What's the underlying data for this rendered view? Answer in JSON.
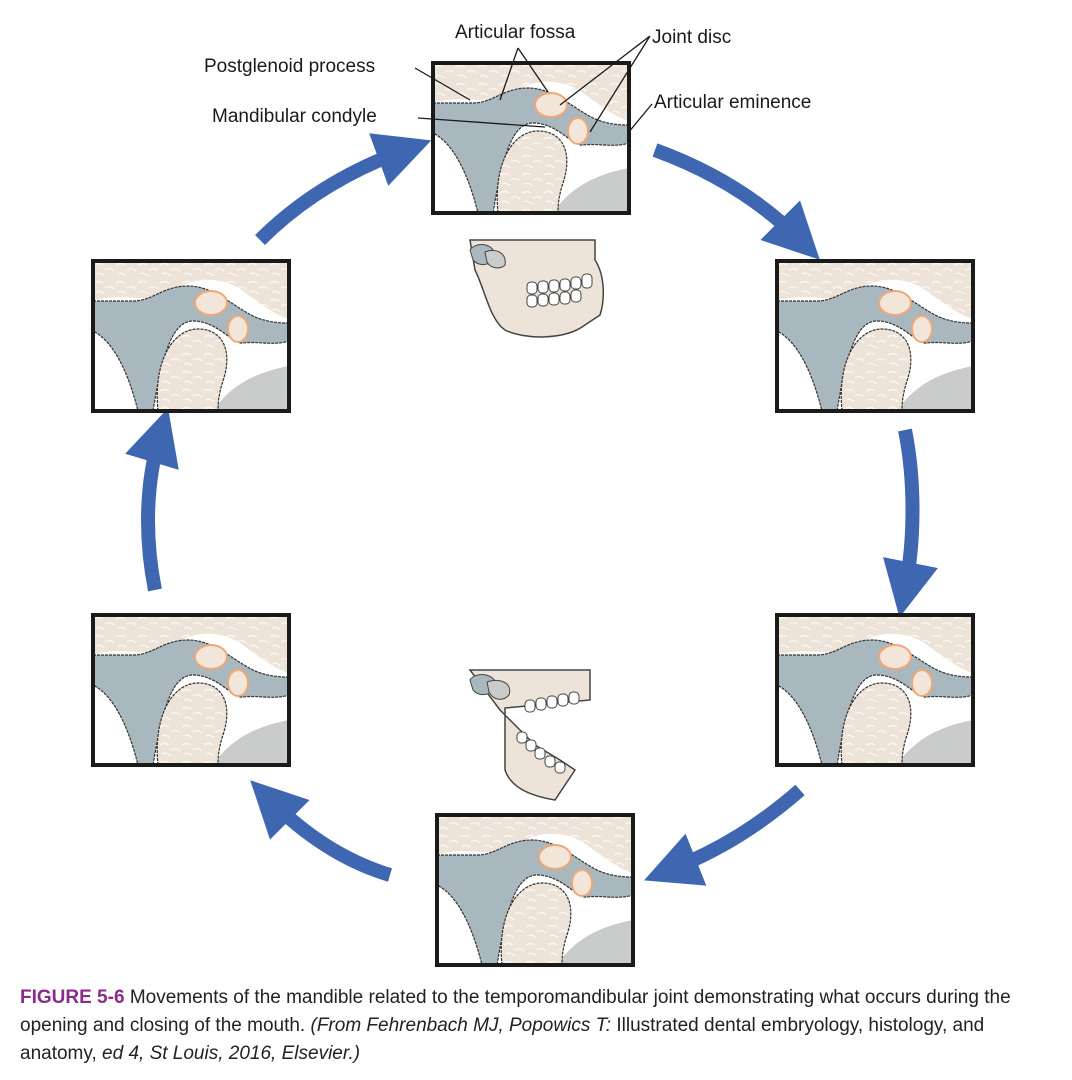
{
  "figure": {
    "number_label": "FIGURE 5-6",
    "caption_main": "Movements of the mandible related to the temporomandibular joint demonstrating what occurs during the opening and closing of the mouth.",
    "caption_source_italic_1": "(From Fehrenbach MJ, Popowics T:",
    "caption_source_title": "Illustrated dental embryology, histology, and anatomy,",
    "caption_source_italic_2": "ed 4, St Louis, 2016, Elsevier.)"
  },
  "labels": {
    "articular_fossa": "Articular fossa",
    "joint_disc": "Joint disc",
    "postglenoid_process": "Postglenoid process",
    "mandibular_condyle": "Mandibular condyle",
    "articular_eminence": "Articular eminence"
  },
  "colors": {
    "arrow": "#3f67b1",
    "bone": "#ede3d8",
    "bone_pattern": "#ffffff",
    "cartilage": "#a9b7bf",
    "disc": "#f2e6da",
    "disc_outline": "#f0a878",
    "soft_tissue": "#c9cccb",
    "frame": "#1a1a1a",
    "caption_accent": "#8a2a8a"
  },
  "panels": [
    {
      "id": "top",
      "stage": "closed"
    },
    {
      "id": "upper-right",
      "stage": "opening-1"
    },
    {
      "id": "lower-right",
      "stage": "opening-2"
    },
    {
      "id": "bottom",
      "stage": "open"
    },
    {
      "id": "lower-left",
      "stage": "closing-1"
    },
    {
      "id": "upper-left",
      "stage": "closing-2"
    }
  ],
  "skulls": [
    {
      "id": "closed-skull",
      "state": "mouth-closed"
    },
    {
      "id": "open-skull",
      "state": "mouth-open"
    }
  ]
}
